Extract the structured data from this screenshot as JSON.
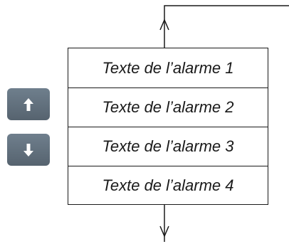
{
  "alarms": [
    {
      "text": "Texte de l’alarme 1"
    },
    {
      "text": "Texte de l’alarme 2"
    },
    {
      "text": "Texte de l’alarme 3"
    },
    {
      "text": "Texte de l’alarme 4"
    }
  ],
  "buttons": {
    "up_icon": "arrow-up-icon",
    "down_icon": "arrow-down-icon",
    "color": "#5f6d7a"
  }
}
